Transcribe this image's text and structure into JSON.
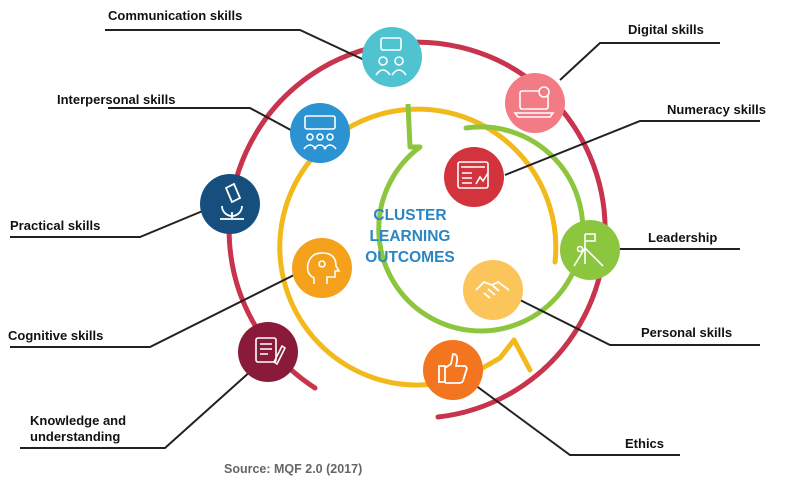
{
  "center": {
    "line1": "CLUSTER",
    "line2": "LEARNING",
    "line3": "OUTCOMES"
  },
  "labels": {
    "communication": "Communication skills",
    "digital": "Digital skills",
    "interpersonal": "Interpersonal skills",
    "numeracy": "Numeracy skills",
    "practical": "Practical skills",
    "leadership": "Leadership",
    "cognitive": "Cognitive skills",
    "personal": "Personal skills",
    "knowledge_line1": "Knowledge and",
    "knowledge_line2": "understanding",
    "ethics": "Ethics"
  },
  "source": "Source: MQF 2.0 (2017)",
  "colors": {
    "outer_ring": "#c8334d",
    "middle_ring": "#f2b91b",
    "inner_ring": "#8cc63f",
    "communication": "#4fc3d0",
    "digital": "#f27b86",
    "interpersonal": "#2b93d1",
    "numeracy": "#d2333d",
    "practical": "#164f7e",
    "leadership": "#8cc63f",
    "cognitive": "#f5a11b",
    "personal": "#fcc55c",
    "knowledge": "#8a1a3a",
    "ethics": "#f47520",
    "center_text": "#2a86c3"
  },
  "icons": {
    "communication": "chat-people-icon",
    "digital": "laptop-icon",
    "interpersonal": "group-meeting-icon",
    "numeracy": "chart-screen-icon",
    "practical": "microscope-icon",
    "leadership": "flag-summit-icon",
    "cognitive": "head-idea-icon",
    "personal": "handshake-icon",
    "knowledge": "certificate-scroll-icon",
    "ethics": "thumbs-up-icon"
  }
}
